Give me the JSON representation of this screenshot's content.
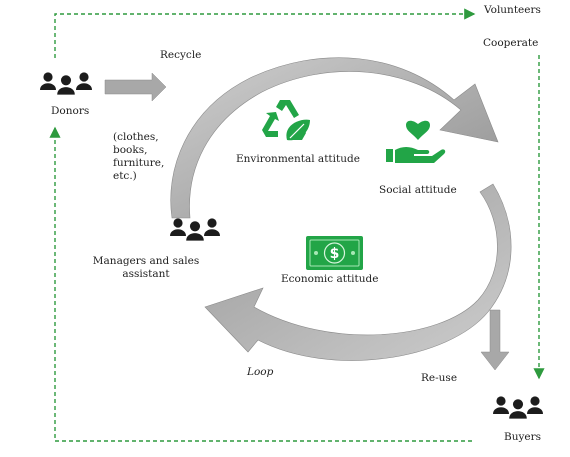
{
  "diagram": {
    "labels": {
      "volunteers": "Volunteers",
      "cooperate": "Cooperate",
      "recycle": "Recycle",
      "donors": "Donors",
      "items_line1": "(clothes,",
      "items_line2": "books,",
      "items_line3": "furniture,",
      "items_line4": "etc.)",
      "environmental": "Environmental attitude",
      "social": "Social attitude",
      "managers_line1": "Managers and sales",
      "managers_line2": "assistant",
      "economic": "Economic attitude",
      "loop": "Loop",
      "reuse": "Re-use",
      "buyers": "Buyers"
    },
    "icons": {
      "people": "people-group-icon",
      "recycle": "recycle-leaf-icon",
      "social": "hand-heart-icon",
      "money": "dollar-bill-icon"
    },
    "colors": {
      "green": "#22a547",
      "dash": "#2e9a3e",
      "arrow_gray": "#a3a3a3",
      "people": "#1c1c1c"
    }
  }
}
